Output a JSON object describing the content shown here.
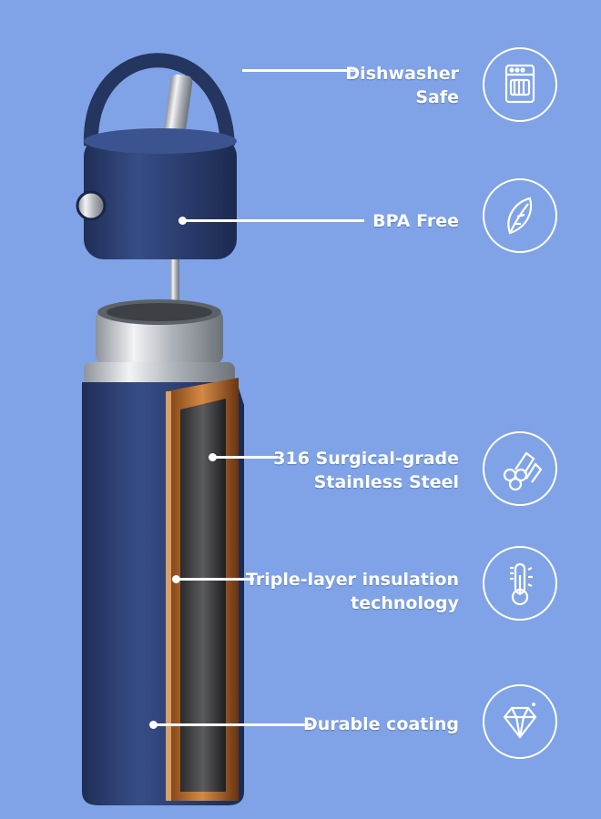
{
  "features": [
    {
      "id": "dishwasher",
      "lines": [
        "Dishwasher",
        "Safe"
      ],
      "icon": "dishwasher-icon"
    },
    {
      "id": "bpa",
      "lines": [
        "BPA Free"
      ],
      "icon": "leaf-icon"
    },
    {
      "id": "steel",
      "lines": [
        "316 Surgical-grade",
        "Stainless Steel"
      ],
      "icon": "steel-rods-icon"
    },
    {
      "id": "insulation",
      "lines": [
        "Triple-layer insulation",
        "technology"
      ],
      "icon": "thermometer-icon"
    },
    {
      "id": "coating",
      "lines": [
        "Durable coating"
      ],
      "icon": "diamond-icon"
    }
  ],
  "colors": {
    "background": "#7fa3e6",
    "bottle_navy": "#2a3d6b",
    "copper": "#b8682a",
    "steel": "#c9ccd1",
    "text": "#ffffff"
  }
}
